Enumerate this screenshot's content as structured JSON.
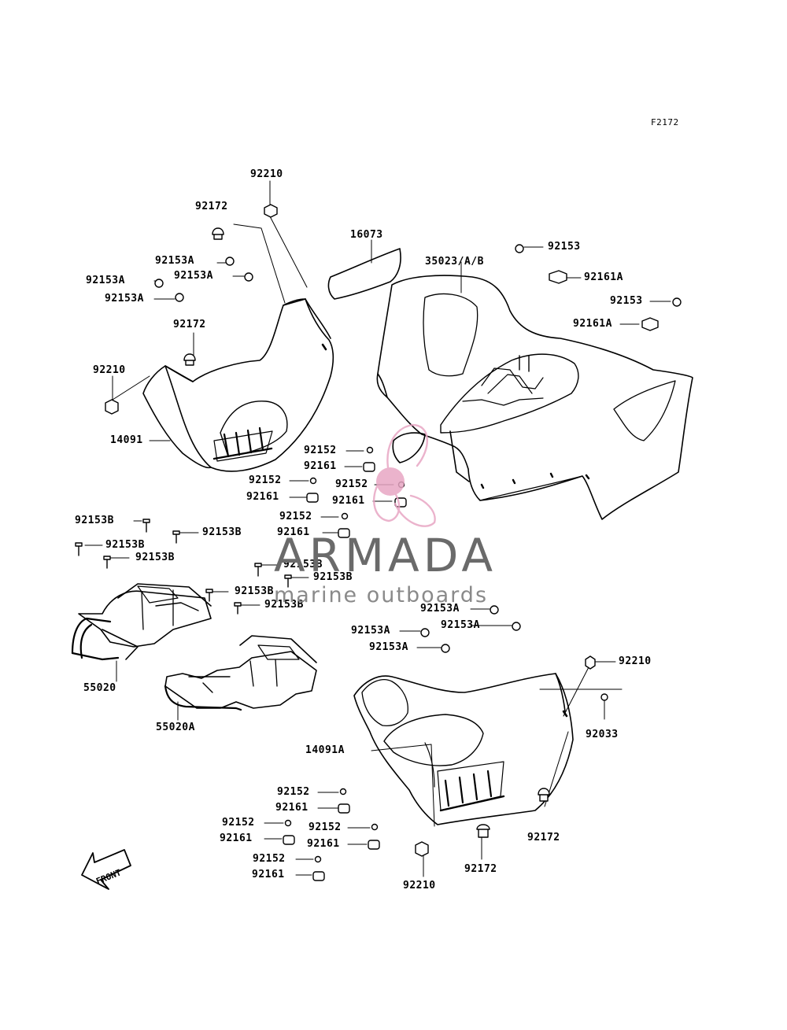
{
  "figure_code": "F2172",
  "watermark": {
    "title": "ARMADA",
    "subtitle": "marine outboards",
    "title_color": "#6a6a6a",
    "subtitle_color": "#8a8a8a",
    "accent_color": "#e8a6c4"
  },
  "front_arrow": {
    "text": "FRONT"
  },
  "labels": [
    "92210",
    "92172",
    "16073",
    "92153",
    "35023/A/B",
    "92153A",
    "92153A",
    "92161A",
    "92153A",
    "92153A",
    "92153",
    "92172",
    "92161A",
    "92210",
    "14091",
    "92152",
    "92161",
    "92152",
    "92152",
    "92161",
    "92161",
    "92153B",
    "92152",
    "92153B",
    "92161",
    "92153B",
    "92153B",
    "92153B",
    "92153B",
    "92153B",
    "92153B",
    "92153A",
    "92153A",
    "92153A",
    "92153A",
    "92210",
    "55020",
    "92033",
    "55020A",
    "14091A",
    "92152",
    "92161",
    "92152",
    "92152",
    "92172",
    "92161",
    "92161",
    "92152",
    "92161",
    "92172",
    "92210"
  ]
}
